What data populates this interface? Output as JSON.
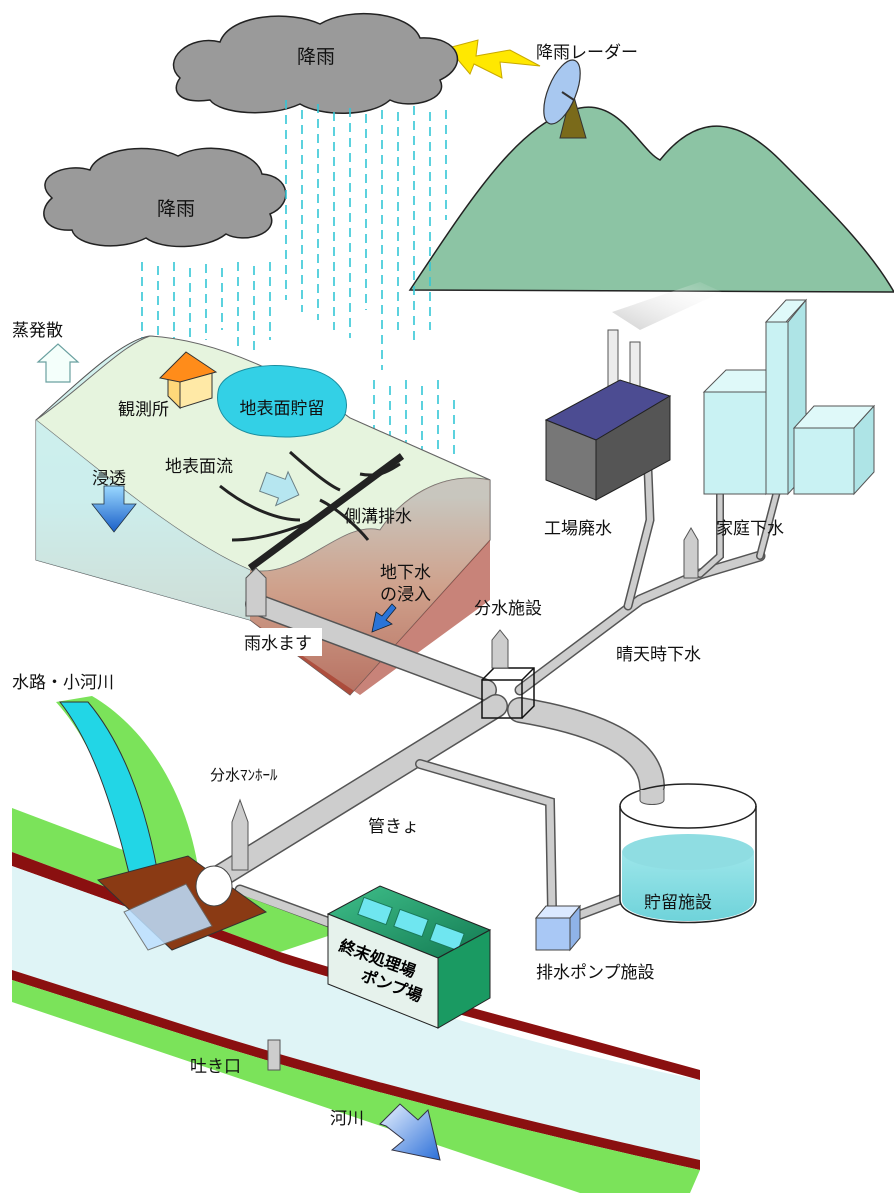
{
  "labels": {
    "rain_cloud_top": "降雨",
    "rain_cloud_left": "降雨",
    "rain_radar": "降雨レーダー",
    "evapotranspiration": "蒸発散",
    "observatory": "観測所",
    "surface_storage": "地表面貯留",
    "surface_flow": "地表面流",
    "infiltration": "浸透",
    "side_ditch_drainage": "側溝排水",
    "groundwater_infiltration_line1": "地下水",
    "groundwater_infiltration_line2": "の浸入",
    "rainwater_inlet": "雨水ます",
    "diversion_facility": "分水施設",
    "industrial_wastewater": "工場廃水",
    "domestic_sewage": "家庭下水",
    "dry_weather_flow": "晴天時下水",
    "waterway_small_river": "水路・小河川",
    "diversion_manhole": "分水ﾏﾝﾎｰﾙ",
    "sewer_pipe": "管きょ",
    "storage_facility": "貯留施設",
    "treatment_plant_line1": "終末処理場",
    "treatment_plant_line2": "ポンプ場",
    "drainage_pump_facility": "排水ポンプ施設",
    "outfall": "吐き口",
    "river": "河川"
  },
  "colors": {
    "cloud": "#999999",
    "rain": "#33c6d6",
    "mountain": "#88c0a0",
    "ground_top": "#e4f3dc",
    "ground_mid": "#cbeef0",
    "ground_bottom": "#a8342a",
    "pond": "#33d0e6",
    "pipe": "#c4c4c4",
    "river_water": "#dff5f7",
    "riverbank": "#7be35a",
    "river_edge": "#8a1010",
    "building": "#c7f3f4",
    "factory_roof": "#5a5aa0",
    "plant": "#1f9d6a",
    "lightning": "#ffe500",
    "arrow_blue": "#3a8fe0"
  }
}
